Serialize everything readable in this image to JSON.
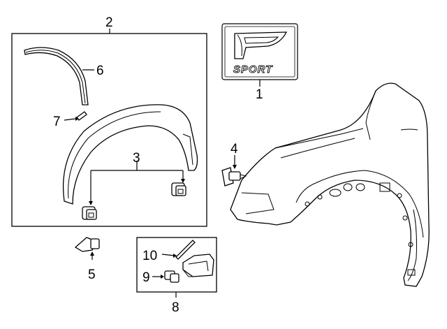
{
  "badge": {
    "word": "SPORT"
  },
  "callouts": {
    "c1": "1",
    "c2": "2",
    "c3": "3",
    "c4": "4",
    "c5": "5",
    "c6": "6",
    "c7": "7",
    "c8": "8",
    "c9": "9",
    "c10": "10"
  }
}
